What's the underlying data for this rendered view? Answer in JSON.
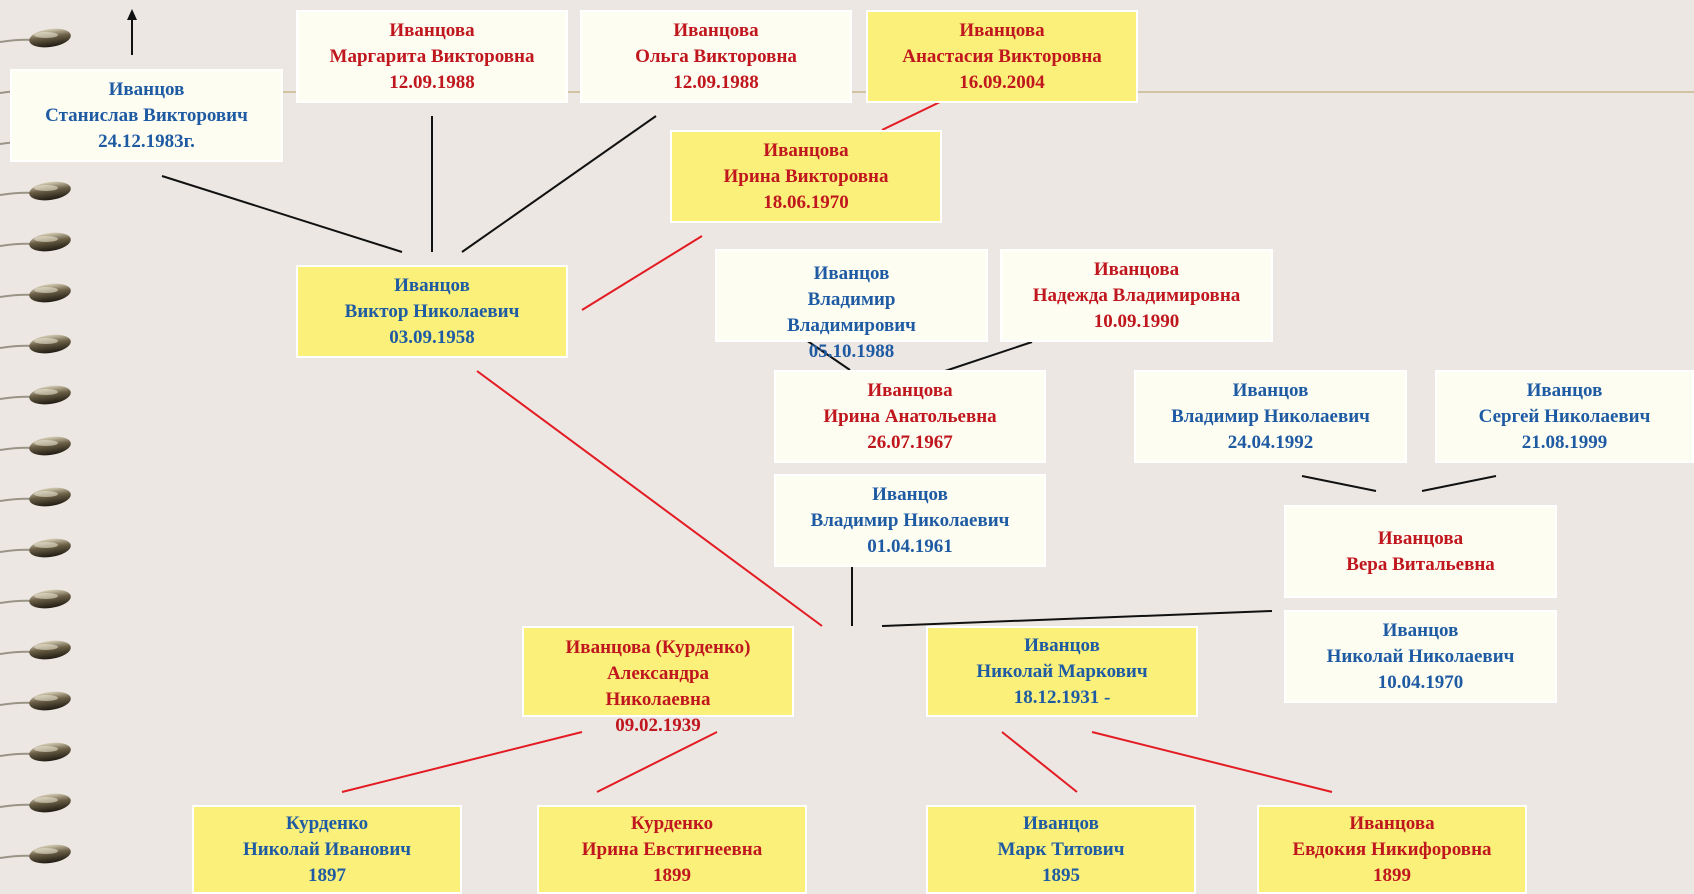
{
  "colors": {
    "background": "#ece7e3",
    "card_yellow": "#faf07a",
    "card_cream": "#fdfdf2",
    "text_blue": "#1f5ba3",
    "text_red": "#c0171e",
    "line_red": "#e31b23",
    "line_black": "#111111",
    "rule_line": "#c8b98a"
  },
  "people": {
    "stanislav": {
      "line1": "Иванцов",
      "line2": "Станислав Викторович",
      "line3": "24.12.1983г."
    },
    "margarita": {
      "line1": "Иванцова",
      "line2": "Маргарита Викторовна",
      "line3": "12.09.1988"
    },
    "olga": {
      "line1": "Иванцова",
      "line2": "Ольга Викторовна",
      "line3": "12.09.1988"
    },
    "anastasia": {
      "line1": "Иванцова",
      "line2": "Анастасия Викторовна",
      "line3": "16.09.2004"
    },
    "irina_v": {
      "line1": "Иванцова",
      "line2": "Ирина Викторовна",
      "line3": "18.06.1970"
    },
    "viktor": {
      "line1": "Иванцов",
      "line2": "Виктор Николаевич",
      "line3": "03.09.1958"
    },
    "vladimir_vl": {
      "line1": "Иванцов",
      "line2": "Владимир",
      "line3": "Владимирович",
      "line4": "05.10.1988"
    },
    "nadezhda": {
      "line1": "Иванцова",
      "line2": "Надежда Владимировна",
      "line3": "10.09.1990"
    },
    "irina_a": {
      "line1": "Иванцова",
      "line2": "Ирина Анатольевна",
      "line3": "26.07.1967"
    },
    "vladimir_n1992": {
      "line1": "Иванцов",
      "line2": "Владимир Николаевич",
      "line3": "24.04.1992"
    },
    "sergey": {
      "line1": "Иванцов",
      "line2": "Сергей Николаевич",
      "line3": "21.08.1999"
    },
    "vladimir_n1961": {
      "line1": "Иванцов",
      "line2": "Владимир Николаевич",
      "line3": "01.04.1961"
    },
    "vera": {
      "line1": "Иванцова",
      "line2": "Вера Витальевна"
    },
    "nikolay_n": {
      "line1": "Иванцов",
      "line2": "Николай Николаевич",
      "line3": "10.04.1970"
    },
    "aleksandra": {
      "line1": "Иванцова (Курденко)",
      "line2": "Александра",
      "line3": "Николаевна",
      "line4": "09.02.1939"
    },
    "nikolay_m": {
      "line1": "Иванцов",
      "line2": "Николай Маркович",
      "line3": "18.12.1931 -"
    },
    "kurdenko_n": {
      "line1": "Курденко",
      "line2": "Николай Иванович",
      "line3": "1897"
    },
    "kurdenko_i": {
      "line1": "Курденко",
      "line2": "Ирина Евстигнеевна",
      "line3": "1899"
    },
    "mark": {
      "line1": "Иванцов",
      "line2": "Марк Титович",
      "line3": "1895"
    },
    "evdokiya": {
      "line1": "Иванцова",
      "line2": "Евдокия Никифоровна",
      "line3": "1899"
    }
  }
}
